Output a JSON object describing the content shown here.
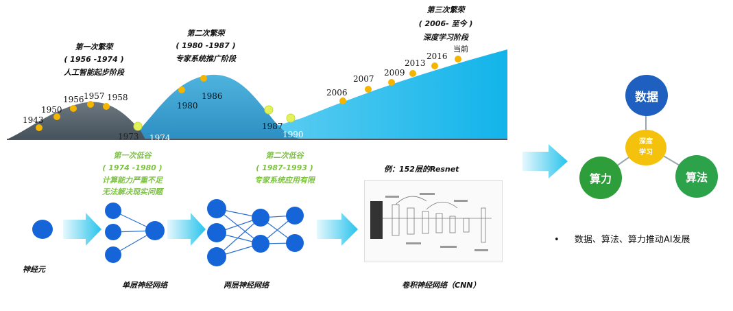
{
  "timeline": {
    "boom1": {
      "title": "第一次繁荣",
      "range": "( 1956 -1974 )",
      "stage": "人工智能起步阶段"
    },
    "boom2": {
      "title": "第二次繁荣",
      "range": "( 1980 -1987 )",
      "stage": "专家系统推广阶段"
    },
    "boom3": {
      "title": "第三次繁荣",
      "range": "( 2006- 至今 )",
      "stage": "深度学习阶段"
    },
    "low1": {
      "title": "第一次低谷",
      "range": "( 1974 -1980 )",
      "line1": "计算能力严重不足",
      "line2": "无法解决现实问题"
    },
    "low2": {
      "title": "第二次低谷",
      "range": "( 1987-1993 )",
      "line1": "专家系统应用有限"
    },
    "years": {
      "y1943": "1943",
      "y1950": "1950",
      "y1956": "1956",
      "y1957": "1957",
      "y1958": "1958",
      "y1973": "1973",
      "y1974": "1974",
      "y1980": "1980",
      "y1986": "1986",
      "y1987": "1987",
      "y1990": "1990",
      "y2006": "2006",
      "y2007": "2007",
      "y2009": "2009",
      "y2013": "2013",
      "y2016": "2016",
      "now": "当前"
    },
    "colors": {
      "wave1": "#5a6670",
      "wave2": "#3fa7d6",
      "wave3": "#18b8ea",
      "dot": "#f5b400",
      "dot_light": "#e3f25a"
    }
  },
  "networks": {
    "neuron": "神经元",
    "single": "单层神经网络",
    "double": "两层神经网络",
    "cnn": "卷积神经网络（CNN）",
    "resnet": "例：152层的Resnet",
    "colors": {
      "node": "#1565d8",
      "arrow": "#29c3ec"
    }
  },
  "triad": {
    "data": "数据",
    "compute": "算力",
    "algo": "算法",
    "center_line1": "深度",
    "center_line2": "学习",
    "bullet": "•",
    "caption": "数据、算法、算力推动AI发展",
    "colors": {
      "data": "#1f5fbf",
      "compute": "#2e9e3a",
      "algo": "#2ca24a",
      "center": "#f4c20d"
    }
  }
}
